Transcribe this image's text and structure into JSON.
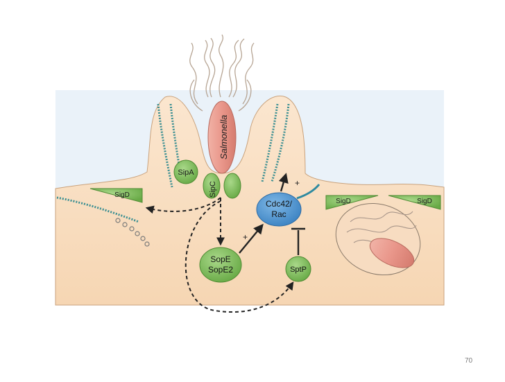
{
  "diagram": {
    "bacterium_label": "Salmonella",
    "proteins": {
      "sipa": "SipA",
      "sipc": "SipC",
      "sigd_left": "SigD",
      "sigd_mid": "SigD",
      "sigd_right": "SigD",
      "sope_line1": "SopE",
      "sope_line2": "SopE2",
      "cdc42_line1": "Cdc42/",
      "cdc42_line2": "Rac",
      "sptp": "SptP"
    },
    "signs": {
      "plus_upper": "+",
      "plus_lower": "+"
    },
    "colors": {
      "cytoplasm": "#f8dcbc",
      "extracellular": "#e9f1f8",
      "effector_green": "#79b957",
      "gtpase_blue": "#4a93d0",
      "bacterium_pink": "#e9968a",
      "actin_teal": "#3b8f92"
    }
  },
  "slide": {
    "page_number": "70"
  }
}
